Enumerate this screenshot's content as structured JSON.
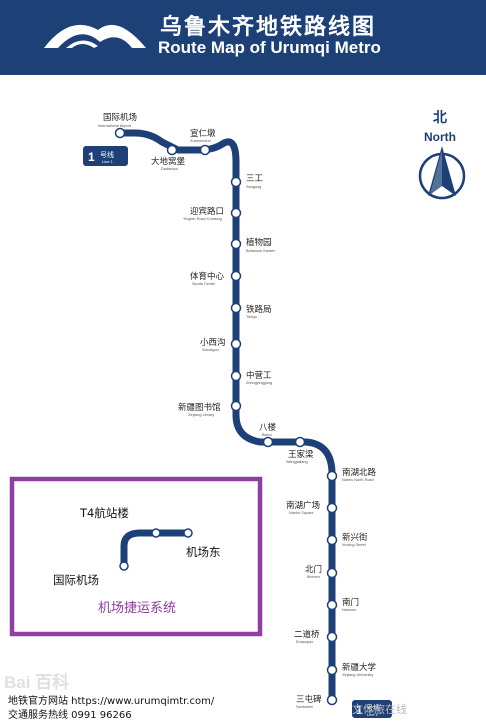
{
  "header": {
    "title_zh": "乌鲁木齐地铁路线图",
    "title_en": "Route Map of Urumqi Metro"
  },
  "colors": {
    "header_bg": "#1d4177",
    "line1": "#1d4177",
    "airport_line": "#1d4177",
    "inset_border": "#8e3f9f"
  },
  "compass": {
    "label_zh": "北",
    "label_en": "North",
    "icon": "north-arrow-icon"
  },
  "line_badge": {
    "number": "1",
    "label_zh": "号线",
    "label_en": "Line 1"
  },
  "stations": [
    {
      "zh": "国际机场",
      "en": "International Airport"
    },
    {
      "zh": "大地窝堡",
      "en": "Dadiwopu"
    },
    {
      "zh": "宣仁墩",
      "en": "Xuanrendun"
    },
    {
      "zh": "三工",
      "en": "Sangong"
    },
    {
      "zh": "迎宾路口",
      "en": "Yingbin Road Crossing"
    },
    {
      "zh": "植物园",
      "en": "Botanical Garden"
    },
    {
      "zh": "体育中心",
      "en": "Sports Center"
    },
    {
      "zh": "铁路局",
      "en": "Tieluju"
    },
    {
      "zh": "小西沟",
      "en": "Xiaoxigou"
    },
    {
      "zh": "中营工",
      "en": "Zhongyinggong"
    },
    {
      "zh": "新疆图书馆",
      "en": "Xinjiang Library"
    },
    {
      "zh": "八楼",
      "en": "Balou"
    },
    {
      "zh": "王家梁",
      "en": "Wangjialiang"
    },
    {
      "zh": "南湖北路",
      "en": "Nanhu North Road"
    },
    {
      "zh": "南湖广场",
      "en": "Nanhu Square"
    },
    {
      "zh": "新兴街",
      "en": "Xinxing Street"
    },
    {
      "zh": "北门",
      "en": "Beimen"
    },
    {
      "zh": "南门",
      "en": "Nanmen"
    },
    {
      "zh": "二道桥",
      "en": "Erdaoqiao"
    },
    {
      "zh": "新疆大学",
      "en": "Xinjiang University"
    },
    {
      "zh": "三屯碑",
      "en": "Santunbei"
    }
  ],
  "airport_inset": {
    "stations": [
      "T4航站楼",
      "机场东",
      "国际机场"
    ],
    "title": "机场捷运系统"
  },
  "footer": {
    "website": "地铁官方网站 https://www.urumqimtr.com/",
    "hotline": "交通服务热线 0991 96266"
  },
  "watermarks": {
    "left": "Bai 百科",
    "right": "文体旅在线"
  }
}
